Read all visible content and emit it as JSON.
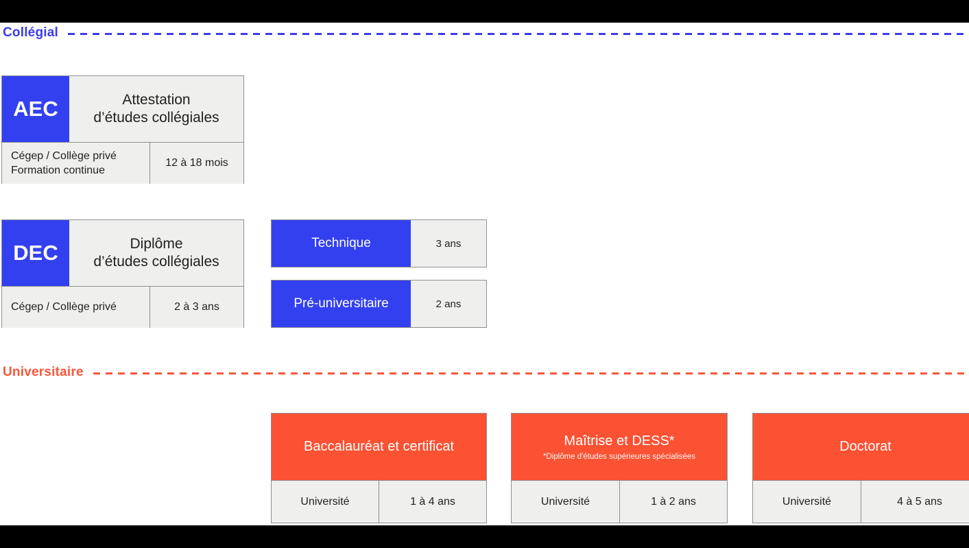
{
  "colors": {
    "blue_fill": "#3340F0",
    "blue_accent": "#3B3BEB",
    "orange_fill": "#FA5233",
    "orange_accent": "#F8573D",
    "gray_fill": "#EFEFED",
    "border": "#8F8F8F",
    "text_dark": "#212121",
    "black_bar": "#000000"
  },
  "sections": {
    "collegial": {
      "label": "Collégial",
      "cards": {
        "aec": {
          "acronym": "AEC",
          "title_line1": "Attestation",
          "title_line2": "d’études collégiales",
          "institution_line1": "Cégep / Collège privé",
          "institution_line2": "Formation continue",
          "duration": "12 à 18 mois"
        },
        "dec": {
          "acronym": "DEC",
          "title_line1": "Diplôme",
          "title_line2": "d’études collégiales",
          "institution_line1": "Cégep / Collège privé",
          "duration": "2 à 3 ans"
        },
        "technique": {
          "label": "Technique",
          "duration": "3 ans"
        },
        "preuniversitaire": {
          "label": "Pré-universitaire",
          "duration": "2 ans"
        }
      }
    },
    "universitaire": {
      "label": "Universitaire",
      "cards": {
        "baccalaureat": {
          "title": "Baccalauréat et certificat",
          "institution": "Université",
          "duration": "1 à 4 ans"
        },
        "maitrise": {
          "title": "Maîtrise et DESS*",
          "subtitle": "*Diplôme d'études supérieures spécialisées",
          "institution": "Université",
          "duration": "1 à 2 ans"
        },
        "doctorat": {
          "title": "Doctorat",
          "institution": "Université",
          "duration": "4 à 5 ans"
        }
      }
    }
  }
}
